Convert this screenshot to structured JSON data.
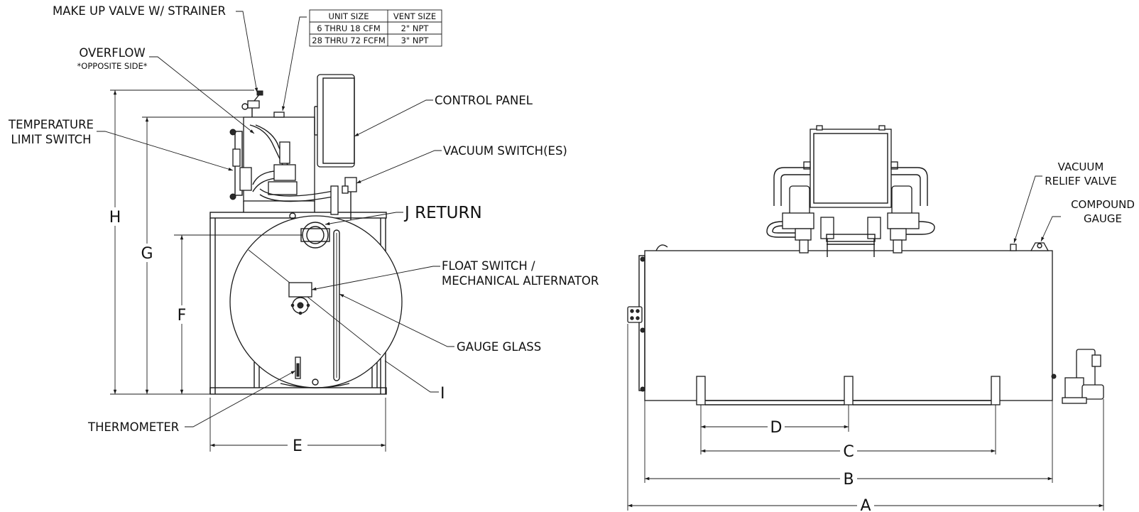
{
  "table": {
    "headers": [
      "UNIT SIZE",
      "VENT SIZE"
    ],
    "rows": [
      [
        "6 THRU 18 CFM",
        "2\" NPT"
      ],
      [
        "28 THRU 72 FCFM",
        "3\" NPT"
      ]
    ]
  },
  "side_view": {
    "callouts": {
      "make_up_valve": "MAKE UP VALVE W/ STRAINER",
      "overflow": "OVERFLOW",
      "overflow_note": "*OPPOSITE SIDE*",
      "temp_limit_1": "TEMPERATURE",
      "temp_limit_2": "LIMIT SWITCH",
      "control_panel": "CONTROL PANEL",
      "vacuum_switch": "VACUUM SWITCH(ES)",
      "j_return": "J RETURN",
      "float_switch_1": "FLOAT SWITCH /",
      "float_switch_2": "MECHANICAL ALTERNATOR",
      "gauge_glass": "GAUGE GLASS",
      "thermometer": "THERMOMETER"
    },
    "dims": {
      "h": "H",
      "g": "G",
      "f": "F",
      "e": "E",
      "i": "I"
    }
  },
  "front_view": {
    "callouts": {
      "vacuum_relief_1": "VACUUM",
      "vacuum_relief_2": "RELIEF VALVE",
      "compound_gauge_1": "COMPOUND",
      "compound_gauge_2": "GAUGE"
    },
    "dims": {
      "a": "A",
      "b": "B",
      "c": "C",
      "d": "D"
    }
  }
}
